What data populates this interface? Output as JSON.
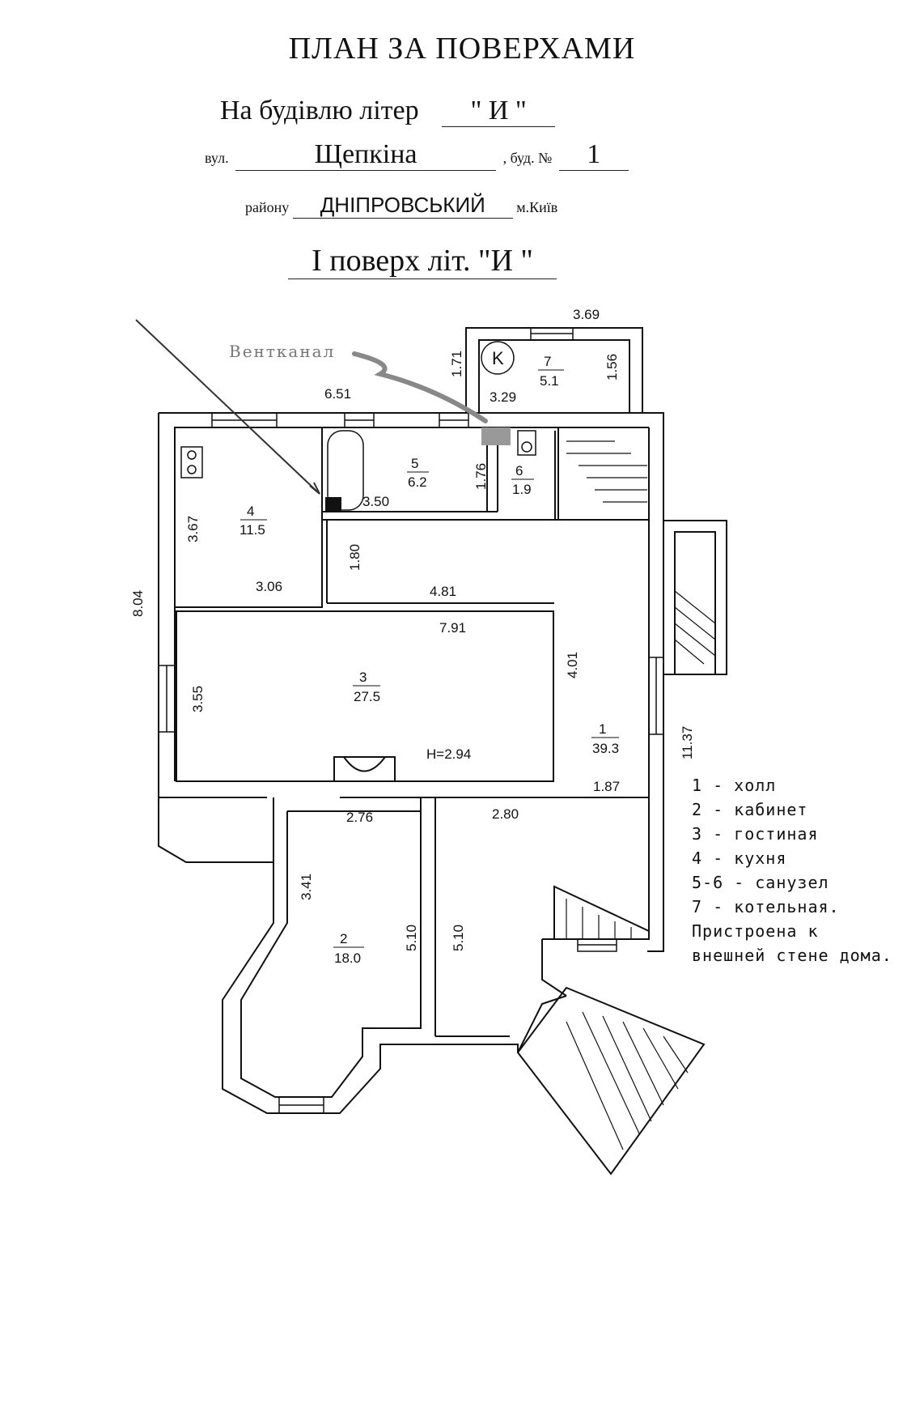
{
  "header": {
    "title": "ПЛАН ЗА ПОВЕРХАМИ",
    "building_label": "На будівлю літер",
    "building_letter": "\" И  \"",
    "street_label": "вул.",
    "street": "Щепкіна",
    "house_label": ", буд. №",
    "house_number": "1",
    "district_label": "району",
    "district": "ДНІПРОВСЬКИЙ",
    "city": "м.Київ",
    "floor_title": "I поверх  літ. \"И \""
  },
  "annotation": {
    "vent": "Вентканал"
  },
  "rooms": [
    {
      "number": "1",
      "area": "39.3"
    },
    {
      "number": "2",
      "area": "18.0"
    },
    {
      "number": "3",
      "area": "27.5"
    },
    {
      "number": "4",
      "area": "11.5"
    },
    {
      "number": "5",
      "area": "6.2"
    },
    {
      "number": "6",
      "area": "1.9"
    },
    {
      "number": "7",
      "area": "5.1"
    }
  ],
  "height": "H=2.94",
  "boiler_symbol": "K",
  "dimensions": {
    "d369": "3.69",
    "d171": "1.71",
    "d156": "1.56",
    "d329": "3.29",
    "d651": "6.51",
    "d176": "1.76",
    "d350": "3.50",
    "d367": "3.67",
    "d180": "1.80",
    "d306": "3.06",
    "d481": "4.81",
    "d804": "8.04",
    "d791": "7.91",
    "d401": "4.01",
    "d355": "3.55",
    "d1137": "11.37",
    "d187": "1.87",
    "d276": "2.76",
    "d280": "2.80",
    "d341": "3.41",
    "d510a": "5.10",
    "d510b": "5.10"
  },
  "legend": [
    "1 - холл",
    "2 - кабинет",
    "3 - гостиная",
    "4 - кухня",
    "5-6 - санузел",
    "7 - котельная.",
    "Пристроена к",
    "внешней стене дома."
  ]
}
